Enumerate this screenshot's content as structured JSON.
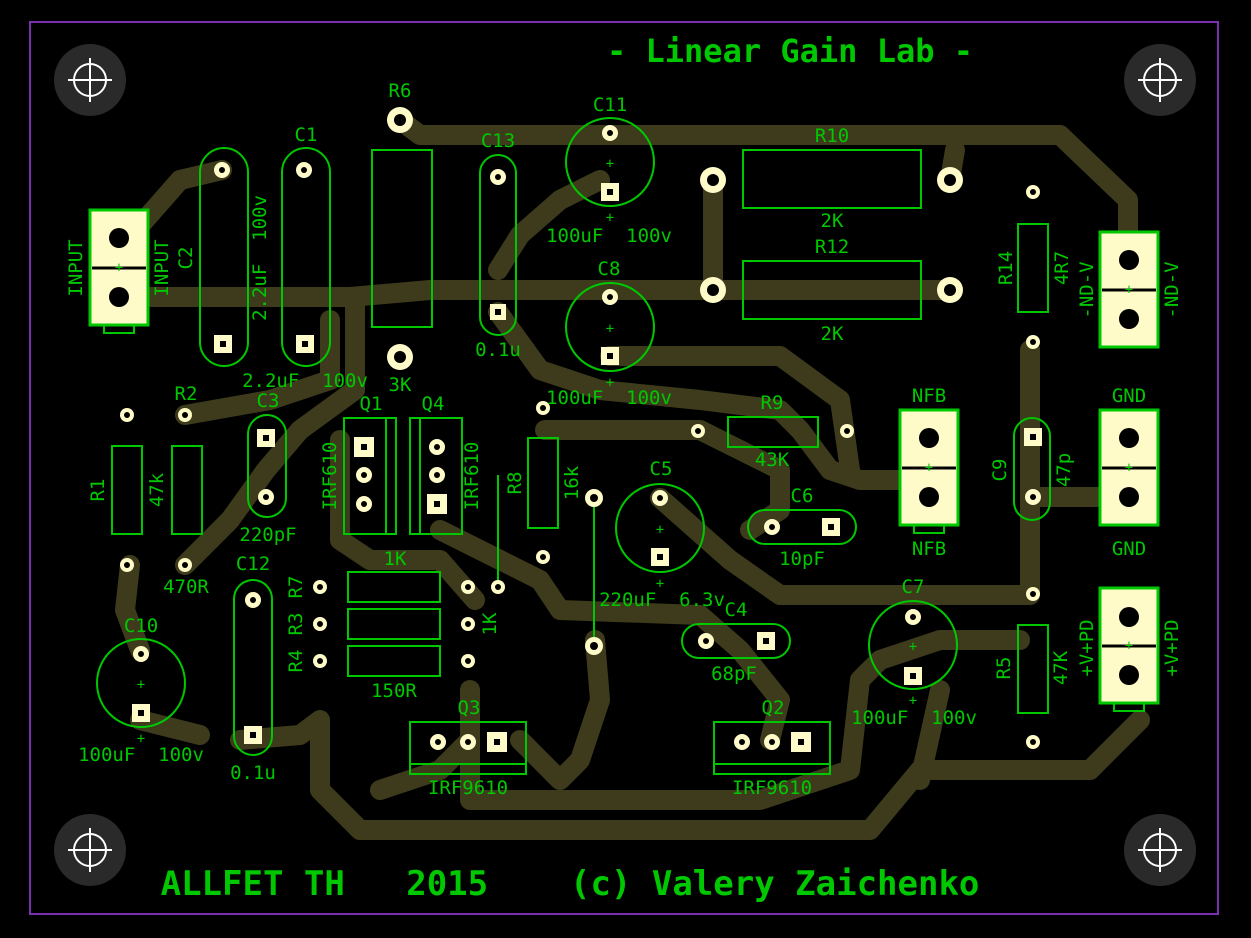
{
  "header": {
    "title": "- Linear Gain Lab -"
  },
  "footer": {
    "credit": "ALLFET TH   2015    (c) Valery Zaichenko"
  },
  "colors": {
    "background": "#000000",
    "outline": "#7a2fb0",
    "silkscreen": "#00c800",
    "copper": "#3d3b1c",
    "pad": "#fffbc8",
    "mounting_hole": "#2a2a2a"
  },
  "icons": [
    "mounting-hole-icon",
    "polarity-plus-icon"
  ],
  "components": {
    "C1": {
      "ref": "C1",
      "value": "2.2uF  100v"
    },
    "C2": {
      "ref": "C2",
      "value": "2.2uF  100v"
    },
    "C3": {
      "ref": "C3",
      "value": "220pF"
    },
    "C4": {
      "ref": "C4",
      "value": "68pF"
    },
    "C5": {
      "ref": "C5",
      "value": "220uF  6.3v"
    },
    "C6": {
      "ref": "C6",
      "value": "10pF"
    },
    "C7": {
      "ref": "C7",
      "value": "100uF  100v"
    },
    "C8": {
      "ref": "C8",
      "value": "100uF  100v"
    },
    "C9": {
      "ref": "C9",
      "value": "47p"
    },
    "C10": {
      "ref": "C10",
      "value": "100uF  100v"
    },
    "C11": {
      "ref": "C11",
      "value": "100uF  100v"
    },
    "C12": {
      "ref": "C12",
      "value": "0.1u"
    },
    "C13": {
      "ref": "C13",
      "value": "0.1u"
    },
    "R1": {
      "ref": "R1",
      "value": "47k"
    },
    "R2": {
      "ref": "R2",
      "value": "470R"
    },
    "R3": {
      "ref": "R3",
      "value": "1K"
    },
    "R4": {
      "ref": "R4",
      "value": "150R"
    },
    "R5": {
      "ref": "R5",
      "value": "47K"
    },
    "R6": {
      "ref": "R6",
      "value": "3K"
    },
    "R7": {
      "ref": "R7",
      "value": "1K"
    },
    "R8": {
      "ref": "R8",
      "value": "16k"
    },
    "R9": {
      "ref": "R9",
      "value": "43K"
    },
    "R10": {
      "ref": "R10",
      "value": "2K"
    },
    "R12": {
      "ref": "R12",
      "value": "2K"
    },
    "R14": {
      "ref": "R14",
      "value": "4R7"
    },
    "Q1": {
      "ref": "Q1",
      "value": "IRF610"
    },
    "Q2": {
      "ref": "Q2",
      "value": "IRF9610"
    },
    "Q3": {
      "ref": "Q3",
      "value": "IRF9610"
    },
    "Q4": {
      "ref": "Q4",
      "value": "IRF610"
    }
  },
  "connectors": {
    "input": "INPUT",
    "neg_supply": "-ND-V",
    "nfb": "NFB",
    "gnd": "GND",
    "pos_supply": "+V+PD"
  }
}
